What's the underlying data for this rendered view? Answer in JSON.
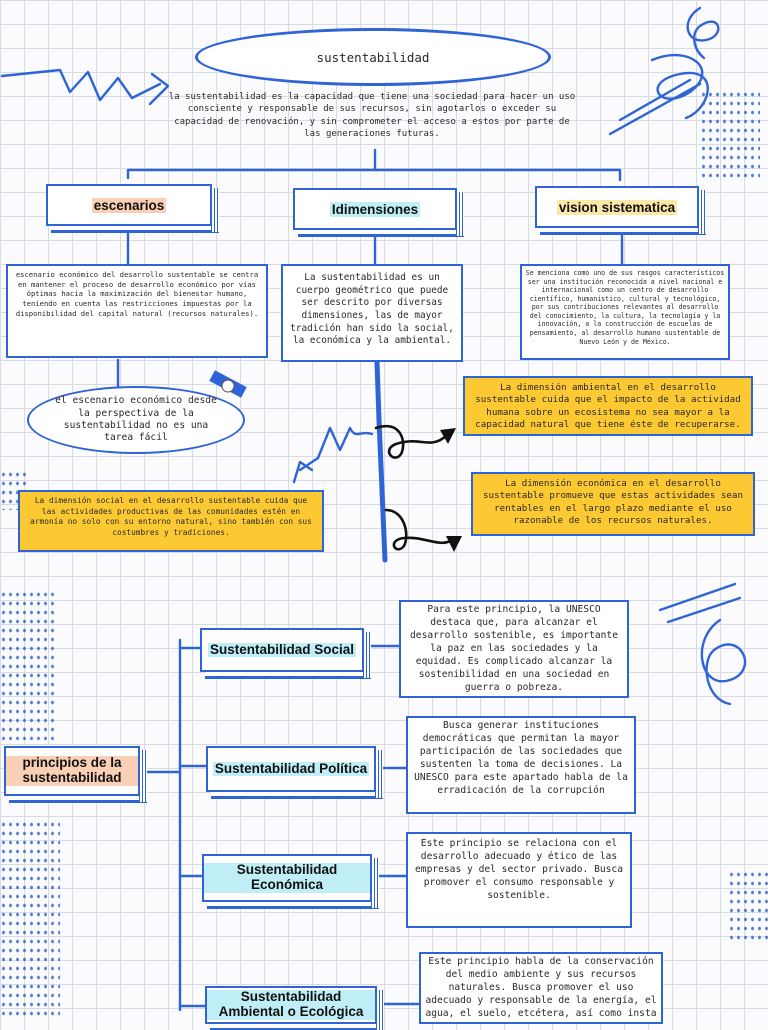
{
  "title": "sustentabilidad",
  "definition": "la sustentabilidad es la capacidad que tiene una sociedad para hacer un uso consciente y responsable de sus recursos, sin agotarlos o exceder su capacidad de renovación, y sin comprometer el acceso a estos por parte de las generaciones futuras.",
  "branches": {
    "escenarios": {
      "label": "escenarios",
      "text": "escenario económico del desarrollo sustentable se centra en mantener el proceso de desarrollo económico por vías óptimas hacia la maximización del bienestar humano, teniendo en cuenta las restricciones impuestas por la disponibilidad del capital natural (recursos naturales).",
      "oval_text": "el escenario económico desde la perspectiva de la sustentabilidad no es una tarea fácil"
    },
    "dimensiones": {
      "label": "Idimensiones",
      "text": "La sustentabilidad es un cuerpo geométrico que puede ser descrito por diversas dimensiones, las de mayor tradición han sido la social, la económica y la ambiental.",
      "ambiental": "La dimensión ambiental en el desarrollo sustentable cuida que el impacto de la actividad humana sobre un ecosistema no sea mayor a la capacidad natural que tiene éste de recuperarse.",
      "economica": "La dimensión económica en el desarrollo sustentable promueve que estas actividades sean rentables en el largo plazo mediante el uso razonable de los recursos naturales.",
      "social": "La dimensión social en el desarrollo sustentable cuida que las actividades productivas de las comunidades estén en armonía no solo con su entorno natural, sino también con sus costumbres y tradiciones."
    },
    "vision": {
      "label": "vision sistematica",
      "text": "Se menciona como uno de sus rasgos característicos ser una institución reconocida a nivel nacional e internacional como un centro de desarrollo científico, humanístico, cultural y tecnológico, por sus contribuciones relevantes al desarrollo del conocimiento, la cultura, la tecnología y la innovación, a la construcción de escuelas de pensamiento, al desarrollo humano sustentable de Nuevo León y de México."
    }
  },
  "principios": {
    "label": "principios de la sustentabilidad",
    "items": [
      {
        "label": "Sustentabilidad Social",
        "text": "Para este principio, la UNESCO destaca que, para alcanzar el desarrollo sostenible, es importante la paz en las sociedades y la equidad. Es complicado alcanzar la sostenibilidad en una sociedad en guerra o pobreza."
      },
      {
        "label": "Sustentabilidad Política",
        "text": "Busca generar instituciones democráticas que permitan la mayor participación de las sociedades que sustenten la toma de decisiones. La UNESCO para este apartado habla de la erradicación de la corrupción"
      },
      {
        "label": "Sustentabilidad Económica",
        "text": "Este principio se relaciona con el desarrollo adecuado y ético de las empresas y del sector privado. Busca promover el consumo responsable y sostenible."
      },
      {
        "label": "Sustentabilidad Ambiental o Ecológica",
        "text": "Este principio habla de la conservación del medio ambiente y sus recursos naturales. Busca promover el uso adecuado y responsable de la energía, el agua, el suelo, etcétera, así como insta"
      }
    ]
  },
  "colors": {
    "accent": "#2f64d6",
    "yellow": "#fcc932",
    "orange_hl": "#f9d0b5",
    "blue_hl": "#bfeef6",
    "yellow_hl": "#fbe7a6"
  }
}
